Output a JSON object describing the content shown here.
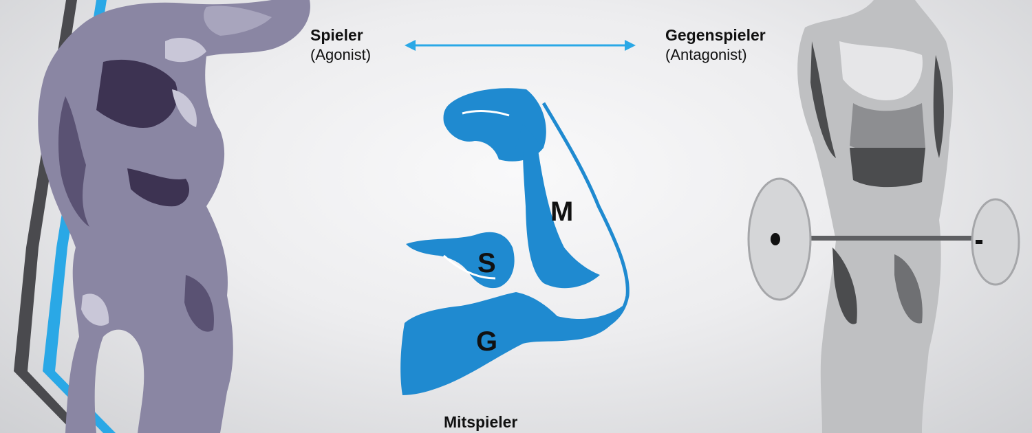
{
  "agonist": {
    "title": "Spieler",
    "subtitle": "(Agonist)"
  },
  "antagonist": {
    "title": "Gegenspieler",
    "subtitle": "(Antagonist)"
  },
  "synergist": {
    "title": "Mitspieler"
  },
  "arm_letters": {
    "m": "M",
    "s": "S",
    "g": "G"
  },
  "colors": {
    "accent_blue": "#1f8ad0",
    "arrow_blue": "#2aa8e6",
    "left_figure": "#8a86a3",
    "left_figure_shadow": "#3d3352",
    "right_figure": "#bfc0c2",
    "right_figure_shadow": "#4b4c4e",
    "text": "#111111"
  },
  "icons": [
    "double-arrow-icon",
    "flexed-arm-icon",
    "bodybuilder-pose-illustration",
    "barbell-lifter-illustration"
  ]
}
